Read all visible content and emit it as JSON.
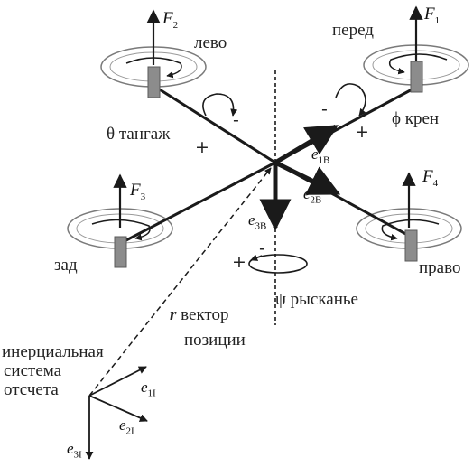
{
  "forces": {
    "f1": {
      "symbol": "F",
      "subscript": "1"
    },
    "f2": {
      "symbol": "F",
      "subscript": "2"
    },
    "f3": {
      "symbol": "F",
      "subscript": "3"
    },
    "f4": {
      "symbol": "F",
      "subscript": "4"
    }
  },
  "rotor_labels": {
    "front": "перед",
    "left": "лево",
    "back": "зад",
    "right": "право"
  },
  "rotations": {
    "pitch": "θ тангаж",
    "roll": "ϕ крен",
    "yaw": "ψ рысканье"
  },
  "signs": {
    "plus": "+",
    "minus": "-"
  },
  "body_vectors": {
    "e1": {
      "symbol": "e",
      "subscript": "1B"
    },
    "e2": {
      "symbol": "e",
      "subscript": "2B"
    },
    "e3": {
      "symbol": "e",
      "subscript": "3B"
    }
  },
  "inertial_vectors": {
    "e1": {
      "symbol": "e",
      "subscript": "1I"
    },
    "e2": {
      "symbol": "e",
      "subscript": "2I"
    },
    "e3": {
      "symbol": "e",
      "subscript": "3I"
    }
  },
  "position_vector": {
    "symbol": "r",
    "line1": "вектор",
    "line2": "позиции"
  },
  "inertial_frame": {
    "line1": "инерциальная",
    "line2": "система",
    "line3": "отсчета"
  },
  "colors": {
    "stroke": "#1a1a1a",
    "motor": "#8c8c8c",
    "motor_edge": "#5a5a5a",
    "disk": "#7a7a7a"
  }
}
